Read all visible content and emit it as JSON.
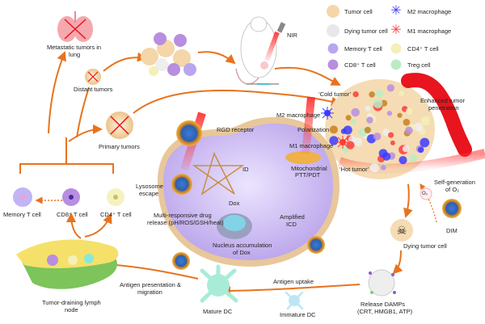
{
  "legend": {
    "items": [
      {
        "label": "Tumor cell",
        "icon": "tumor-cell-icon",
        "color": "#f5d6a8"
      },
      {
        "label": "M2 macrophage",
        "icon": "m2-macrophage-icon",
        "color": "#3b3bff"
      },
      {
        "label": "Dying tumor cell",
        "icon": "dying-tumor-cell-icon",
        "color": "#dddddd"
      },
      {
        "label": "M1 macrophage",
        "icon": "m1-macrophage-icon",
        "color": "#ff3b3b"
      },
      {
        "label": "Memory T cell",
        "icon": "memory-t-cell-icon",
        "color": "#b9a6f0"
      },
      {
        "label": "CD4⁺ T cell",
        "icon": "cd4-t-cell-icon",
        "color": "#f3f0b8"
      },
      {
        "label": "CD8⁺ T cell",
        "icon": "cd8-t-cell-icon",
        "color": "#b78ee0"
      },
      {
        "label": "Treg cell",
        "icon": "treg-cell-icon",
        "color": "#b8ecc4"
      }
    ]
  },
  "labels": {
    "metastatic": "Metastatic tumors  in",
    "metastatic2": "lung",
    "distant": "Distant tumors",
    "primary": "Primary tumors",
    "nir": "NIR",
    "cold_tumor": "‘Cold tumor’",
    "hot_tumor": "‘Hot tumor’",
    "enhanced": "Enhanced  tumor",
    "enhanced2": "penetration",
    "m2": "M2 macrophage",
    "polarization": "Polarization",
    "m1": "M1 macrophage",
    "rgd": "RGD receptor",
    "lysosome": "Lysosome",
    "lysosome2": "escape",
    "id": "ID",
    "dox": "Dox",
    "mito": "Mitochondrial",
    "mito2": "PTT/PDT",
    "multi": "Multi-responsive drug",
    "multi2": "release (pH/ROS/GSH/heat)",
    "amplified": "Amplified",
    "amplified2": "ICD",
    "nucleus": "Nucleus  accumulation",
    "nucleus2": "of Dox",
    "self_gen": "Self-generation",
    "self_gen2": "of O₂",
    "o2": "O₂",
    "dim": "DIM",
    "dying": "Dying tumor  cell",
    "release": "Release DAMPs",
    "release2": "(CRT,  HMGB1,  ATP)",
    "antigen_uptake": "Antigen  uptake",
    "immature_dc": "Immature  DC",
    "mature_dc": "Mature DC",
    "antigen_pres": "Antigen presentation &",
    "antigen_pres2": "migration",
    "lymph": "Tumor-draining  lymph",
    "lymph2": "node",
    "memory_t": "Memory  T cell",
    "cd8_t": "CD8⁺ T cell",
    "cd4_t": "CD4⁺ T cell"
  },
  "colors": {
    "arrow": "#e8731e",
    "cell_membrane": "#e8c79a",
    "cytoplasm": "#c9b8ee",
    "laser": "#ff2a2a",
    "vessel": "#e8141e"
  }
}
